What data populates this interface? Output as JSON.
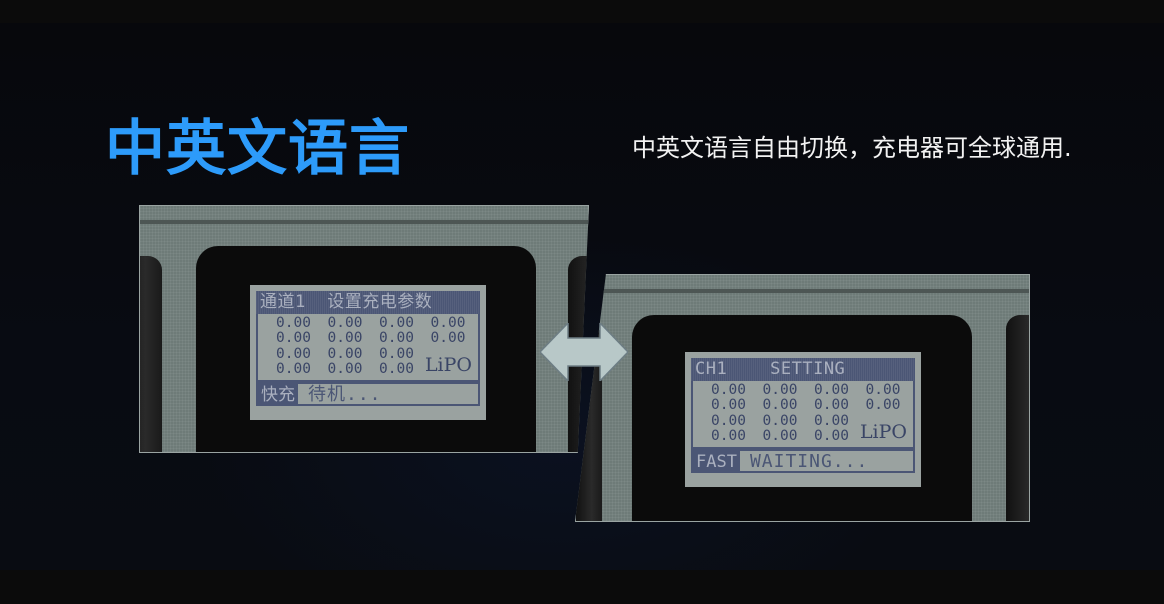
{
  "heading": {
    "title": "中英文语言",
    "description": "中英文语言自由切换，充电器可全球通用."
  },
  "colors": {
    "title": "#2d9bfa",
    "text": "#f2f2f2",
    "background": "#07080c",
    "lcd_background": "#9aa2a0",
    "lcd_ink": "#4b5675"
  },
  "screens": {
    "chinese": {
      "header": "通道1  设置充电参数",
      "values": [
        [
          "0.00",
          "0.00",
          "0.00",
          "0.00"
        ],
        [
          "0.00",
          "0.00",
          "0.00",
          "0.00"
        ],
        [
          "0.00",
          "0.00",
          "0.00",
          ""
        ],
        [
          "0.00",
          "0.00",
          "0.00",
          ""
        ]
      ],
      "battery_type": "LiPO",
      "mode": "快充",
      "status": "待机..."
    },
    "english": {
      "header": "CH1    SETTING",
      "values": [
        [
          "0.00",
          "0.00",
          "0.00",
          "0.00"
        ],
        [
          "0.00",
          "0.00",
          "0.00",
          "0.00"
        ],
        [
          "0.00",
          "0.00",
          "0.00",
          ""
        ],
        [
          "0.00",
          "0.00",
          "0.00",
          ""
        ]
      ],
      "battery_type": "LiPO",
      "mode": "FAST",
      "status": "WAITING..."
    }
  },
  "icons": {
    "switch": "double-arrow-icon"
  }
}
